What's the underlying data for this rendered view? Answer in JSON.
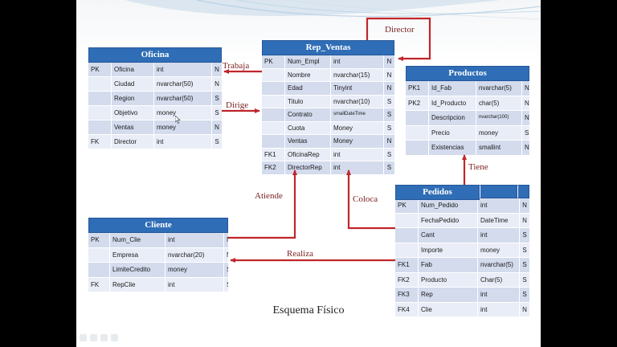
{
  "caption": "Esquema Físico",
  "entities": {
    "oficina": {
      "title": "Oficina",
      "rows": [
        [
          "PK",
          "Oficina",
          "int",
          "N"
        ],
        [
          "",
          "Ciudad",
          "nvarchar(50)",
          "N"
        ],
        [
          "",
          "Region",
          "nvarchar(50)",
          "S"
        ],
        [
          "",
          "Objetivo",
          "money",
          "S"
        ],
        [
          "",
          "Ventas",
          "money",
          "N"
        ],
        [
          "FK",
          "Director",
          "int",
          "S"
        ]
      ]
    },
    "rep_ventas": {
      "title": "Rep_Ventas",
      "rows": [
        [
          "PK",
          "Num_Empl",
          "int",
          "N"
        ],
        [
          "",
          "Nombre",
          "nvarchar(15)",
          "N"
        ],
        [
          "",
          "Edad",
          "Tinyint",
          "N"
        ],
        [
          "",
          "Titulo",
          "nvarchar(10)",
          "S"
        ],
        [
          "",
          "Contrato",
          "smallDateTime",
          "S"
        ],
        [
          "",
          "Cuota",
          "Money",
          "S"
        ],
        [
          "",
          "Ventas",
          "Money",
          "N"
        ],
        [
          "FK1",
          "OficinaRep",
          "int",
          "S"
        ],
        [
          "FK2",
          "DirectorRep",
          "int",
          "S"
        ]
      ]
    },
    "productos": {
      "title": "Productos",
      "rows": [
        [
          "PK1",
          "Id_Fab",
          "nvarchar(5)",
          "N"
        ],
        [
          "PK2",
          "Id_Producto",
          "char(5)",
          "N"
        ],
        [
          "",
          "Descripcion",
          "nvarchar(100)",
          "N"
        ],
        [
          "",
          "Precio",
          "money",
          "S"
        ],
        [
          "",
          "Existencias",
          "smallint",
          "N"
        ]
      ]
    },
    "cliente": {
      "title": "Cliente",
      "rows": [
        [
          "PK",
          "Num_Clie",
          "int",
          "N"
        ],
        [
          "",
          "Empresa",
          "nvarchar(20)",
          "N"
        ],
        [
          "",
          "LimiteCredito",
          "money",
          "S"
        ],
        [
          "FK",
          "RepClie",
          "int",
          "S"
        ]
      ]
    },
    "pedidos": {
      "title": "Pedidos",
      "rows": [
        [
          "PK",
          "Num_Pedido",
          "int",
          "N"
        ],
        [
          "",
          "FechaPedido",
          "DateTime",
          "N"
        ],
        [
          "",
          "Cant",
          "int",
          "S"
        ],
        [
          "",
          "Importe",
          "money",
          "S"
        ],
        [
          "FK1",
          "Fab",
          "nvarchar(5)",
          "S"
        ],
        [
          "FK2",
          "Producto",
          "Char(5)",
          "S"
        ],
        [
          "FK3",
          "Rep",
          "int",
          "S"
        ],
        [
          "FK4",
          "Clie",
          "int",
          "N"
        ]
      ]
    }
  },
  "relations": {
    "director": "Director",
    "trabaja": "Trabaja",
    "dirige": "Dirige",
    "tiene": "Tiene",
    "atiende": "Atiende",
    "coloca": "Coloca",
    "realiza": "Realiza"
  },
  "colors": {
    "header_blue": "#2f6db6",
    "arrow_red": "#c0262b",
    "label_red": "#7a1d1d",
    "row_dark": "#d3dbed",
    "row_light": "#e9edf7"
  }
}
